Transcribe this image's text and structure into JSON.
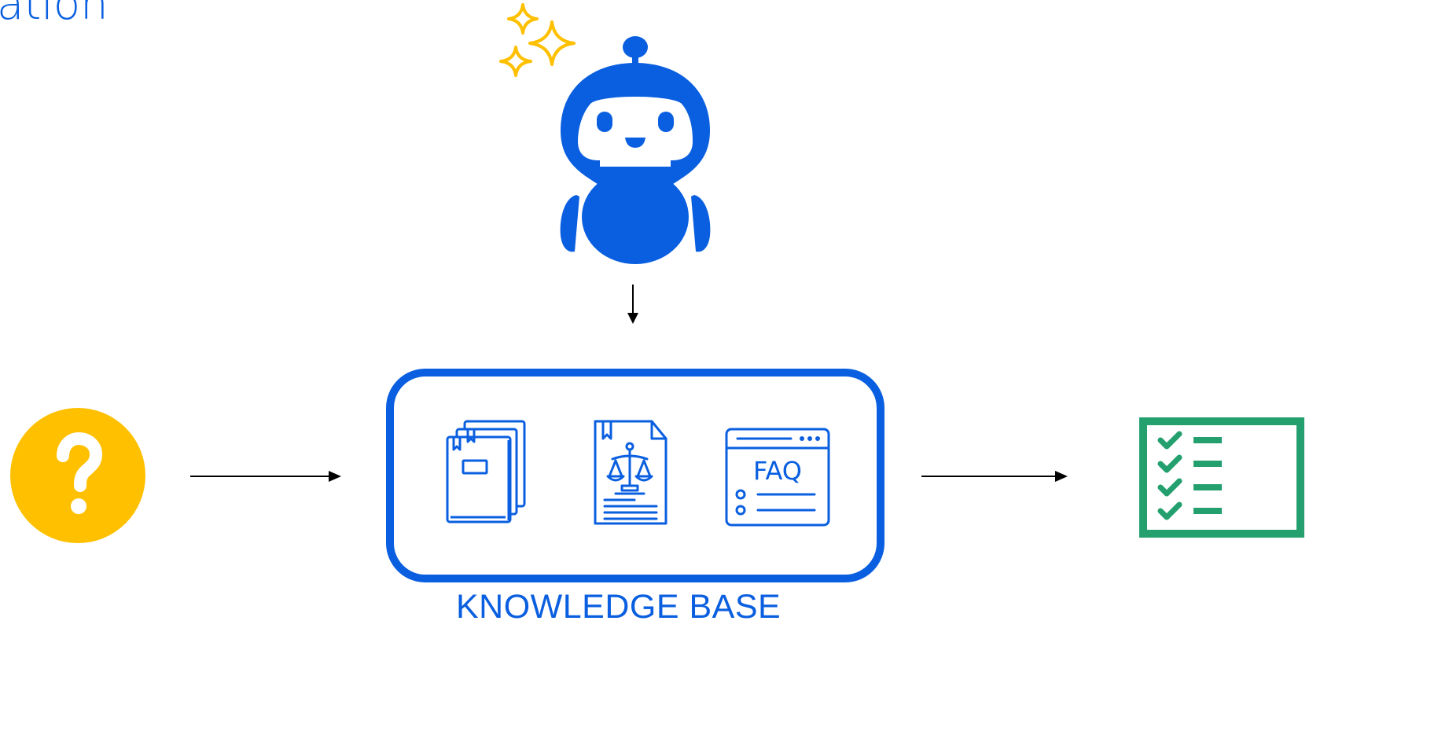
{
  "title": "ation",
  "knowledge_base": {
    "label": "KNOWLEDGE BASE"
  },
  "icons": {
    "question": "question-mark-icon",
    "bot": "robot-assistant-icon",
    "sparkles": "sparkles-icon",
    "book": "document-books-icon",
    "legal": "legal-document-icon",
    "faq": "faq-page-icon",
    "checklist": "checklist-icon"
  },
  "faq_text": "FAQ",
  "colors": {
    "blue": "#0a5fe0",
    "yellow": "#ffc000",
    "green": "#23a06e",
    "arrow": "#000000"
  }
}
